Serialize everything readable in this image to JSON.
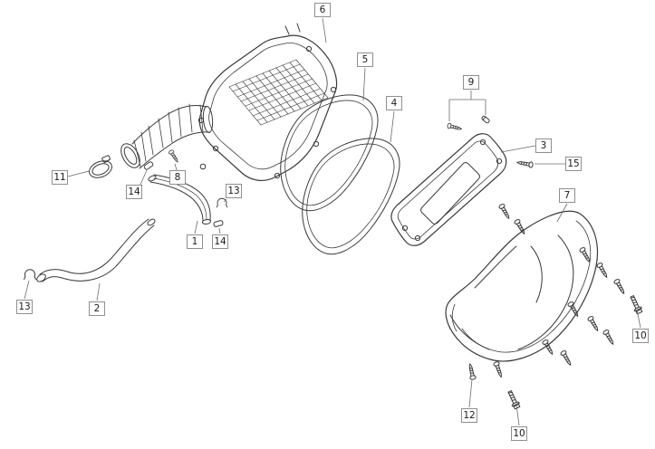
{
  "diagram": {
    "background_color": "#ffffff",
    "line_color": "#3a3a3a",
    "leader_line_color": "#6a6a6a",
    "callout_style": {
      "border_color": "#8f8f8f",
      "fill_color": "#ffffff",
      "text_color": "#1a1a1a"
    },
    "callouts": [
      {
        "label": "6"
      },
      {
        "label": "5"
      },
      {
        "label": "4"
      },
      {
        "label": "9"
      },
      {
        "label": "3"
      },
      {
        "label": "15"
      },
      {
        "label": "7"
      },
      {
        "label": "11"
      },
      {
        "label": "14"
      },
      {
        "label": "8"
      },
      {
        "label": "13"
      },
      {
        "label": "1"
      },
      {
        "label": "14"
      },
      {
        "label": "2"
      },
      {
        "label": "13"
      },
      {
        "label": "12"
      },
      {
        "label": "10"
      },
      {
        "label": "10"
      }
    ]
  }
}
